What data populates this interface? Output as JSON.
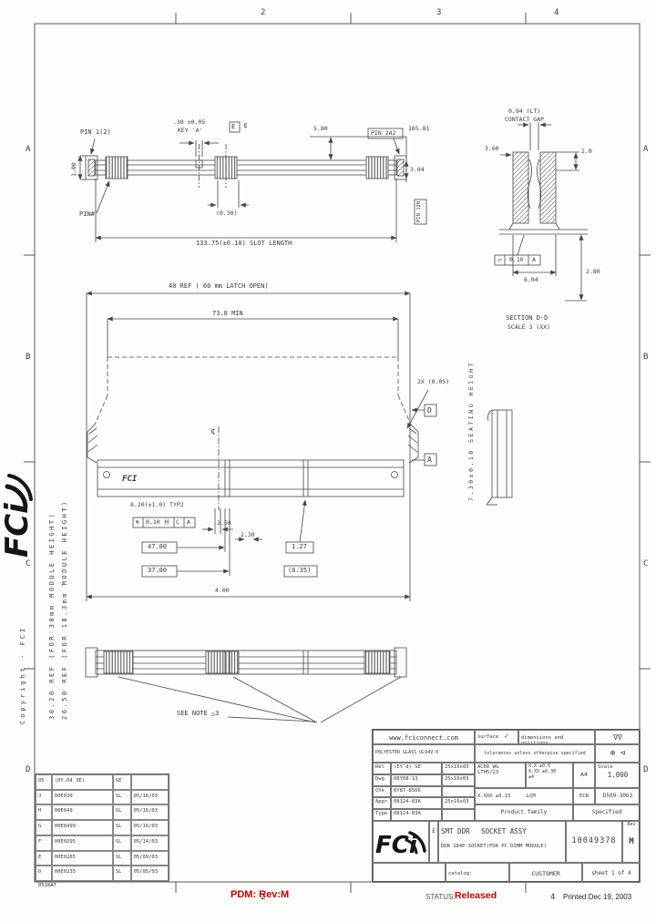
{
  "frame": {
    "grid_top": [
      "2",
      "3",
      "4"
    ],
    "grid_bottom": [
      "2",
      "4"
    ],
    "grid_left": [
      "A",
      "B",
      "C",
      "D"
    ],
    "grid_right": [
      "A",
      "B",
      "C",
      "D"
    ],
    "doc_code": "0518A7"
  },
  "footer": {
    "pdm": "PDM: Rev:M",
    "status_label": "STATUS:",
    "status_value": "Released",
    "printed": "Printed Dec 19, 2003"
  },
  "side": {
    "logo": "FCi",
    "copyright": "Copyright - FCI",
    "note_30": "30.20 REF (FOR 30mm MODULE HEIGHT)",
    "note_26": "26.50 REF (FOR 18.3mm MODULE HEIGHT)"
  },
  "top_view": {
    "pin1": "PIN 1(2)",
    "key_dim": ".30 ±0.05",
    "key_name": "KEY 'A'",
    "datum_e": "E",
    "centerline": "¢",
    "dim_580": "5.80",
    "pin242": "PIN 242",
    "dim_16581": "165.81",
    "dim_100": "1.00",
    "dim_304": "3.04",
    "pin_hash": "PIN#",
    "dim_030": "(0.30)",
    "pin120": "PIN 120",
    "slot_length": "133.75(±0.10) SLOT LENGTH"
  },
  "section_view": {
    "gap_dim": "0.94 (LT)",
    "gap_label": "CONTACT GAP",
    "dim_360": "3.60",
    "dim_20": "2.0",
    "dim_604": "6.04",
    "dim_280": "2.80",
    "fcf_sym": "⏥",
    "fcf_tol": "0.10",
    "fcf_datum": "A",
    "name": "SECTION D-D",
    "scale": "SCALE 3 (XX)",
    "seating": "7.30±0.10 SEATING HEIGHT"
  },
  "front_view": {
    "latch_open": "40 REF ( 60 mm LATCH OPEN)",
    "min_width": "73.8 MIN",
    "note_2x": "2X (0.05)",
    "centerline": "¢",
    "body_logo": "FCI",
    "typ": "8.20(±1.0) TYP2",
    "fcf_sym": "⊕",
    "fcf_tol": "0.10 Ⓜ",
    "fcf_d1": "C",
    "fcf_d2": "A",
    "dim_250": "2.50",
    "dim_230": "2.30",
    "dim_4700": "47.00",
    "dim_3700": "37.00",
    "dim_127": "1.27",
    "dim_635": "(6.35)",
    "dim_400": "4.00",
    "section_d": "D",
    "datum_a": "A"
  },
  "bottom_view": {
    "note": "SEE NOTE △3"
  },
  "title_block": {
    "url": "www.fciconnect.com",
    "surface_label": "surface",
    "surface_sym": "✓",
    "finish_sym": "∇∇",
    "dims_label": "dimensions and positions",
    "material": "POLYESTER GLASS UL94V-0",
    "tol_header": "tolerances unless otherwise specified",
    "proj_sym": "⊕ ⊲",
    "approvals": [
      {
        "label": "Rel",
        "value": "(EY'd) SE",
        "date": "25x16x03"
      },
      {
        "label": "Dwg",
        "value": "08Y08-13",
        "date": "25x16x03"
      },
      {
        "label": "Chk",
        "value": "6Y87-8566",
        "date": ""
      },
      {
        "label": "Appr",
        "value": "08124-83A",
        "date": "25x16x03"
      },
      {
        "label": "Type",
        "value": "08124-83A",
        "date": ""
      }
    ],
    "mat1": "ACER WG",
    "mat2": "LTH5/23",
    "tol1": "X.X ±0.5",
    "tol2": "X.XX ±0.30",
    "tol3": "±4",
    "tol4": "X.XXX ±0.15",
    "lcm": "LCM",
    "size": "A4",
    "scale_label": "Scale",
    "scale_value": "1.000",
    "ecn_label": "ECN",
    "ecn_value": "D509-3063",
    "family_label": "Product family",
    "family_value": "Specified",
    "logo": "FCi",
    "size_code": "E",
    "title1a": "SMT DDR",
    "title1b": "SOCKET ASSY",
    "title2": "DDR 184P SOCKET(FOR PC DIMM MODULE)",
    "part_number": "10049378",
    "rev_label": "Rev",
    "rev_value": "M",
    "catalog_label": "catalog:",
    "customer": "CUSTOMER",
    "sheet": "sheet 1 of 4"
  },
  "revision_table": {
    "rows": [
      {
        "rev": "05",
        "ec": "(0Y.04 3E)",
        "by": "GE",
        "date": ""
      },
      {
        "rev": "J",
        "ec": "00E030",
        "by": "SL",
        "date": "05/16/03"
      },
      {
        "rev": "H",
        "ec": "00E049",
        "by": "SL",
        "date": "05/16/03"
      },
      {
        "rev": "G",
        "ec": "00E0499",
        "by": "SL",
        "date": "05/16/03"
      },
      {
        "rev": "F",
        "ec": "00E0295",
        "by": "SL",
        "date": "05/14/03"
      },
      {
        "rev": "E",
        "ec": "00E0265",
        "by": "SL",
        "date": "05/09/03"
      },
      {
        "rev": "D",
        "ec": "00E0235",
        "by": "SL",
        "date": "05/05/03"
      }
    ]
  }
}
